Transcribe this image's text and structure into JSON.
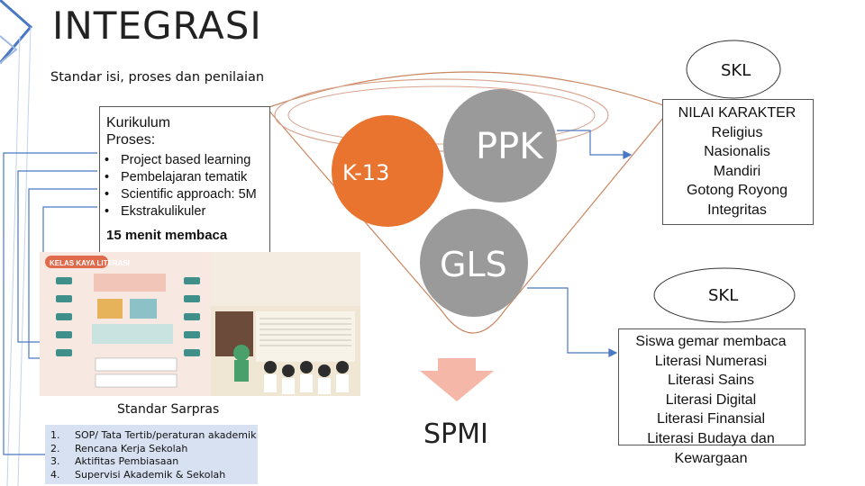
{
  "title": "INTEGRASI",
  "subtitle": "Standar isi, proses dan penilaian",
  "kurikulum": {
    "heading_line1": "Kurikulum",
    "heading_line2": "Proses:",
    "items": [
      "Project  based learning",
      "Pembelajaran tematik",
      "Scientific approach: 5M",
      "Ekstrakulikuler"
    ]
  },
  "menit_label": "15 menit membaca",
  "illustration_title": "KELAS KAYA LITERASI",
  "sarpras": {
    "heading": "Standar Sarpras",
    "items": [
      {
        "num": "1.",
        "text": "SOP/ Tata Tertib/peraturan akademik"
      },
      {
        "num": "2.",
        "text": "Rencana Kerja Sekolah"
      },
      {
        "num": "3.",
        "text": "Aktifitas Pembiasaan"
      },
      {
        "num": "4.",
        "text": "Supervisi Akademik & Sekolah"
      }
    ]
  },
  "funnel": {
    "k13": "K-13",
    "ppk": "PPK",
    "gls": "GLS",
    "spmi": "SPMI",
    "colors": {
      "k13": "#e8742f",
      "ppk": "#9a9a9a",
      "gls": "#9a9a9a",
      "arrow": "#f5b8a8",
      "funnel_line": "#c9865f",
      "ring": "#d9a48f"
    }
  },
  "skl_top": "SKL",
  "skl_bottom": "SKL",
  "nilai": {
    "items": [
      "NILAI KARAKTER",
      "Religius",
      "Nasionalis",
      "Mandiri",
      "Gotong Royong",
      "Integritas"
    ]
  },
  "literasi": {
    "items": [
      "Siswa gemar membaca",
      "Literasi Numerasi",
      "Literasi Sains",
      "Literasi Digital",
      "Literasi Finansial",
      "Literasi Budaya dan",
      "Kewargaan"
    ]
  },
  "connector_color": "#4a78c2"
}
